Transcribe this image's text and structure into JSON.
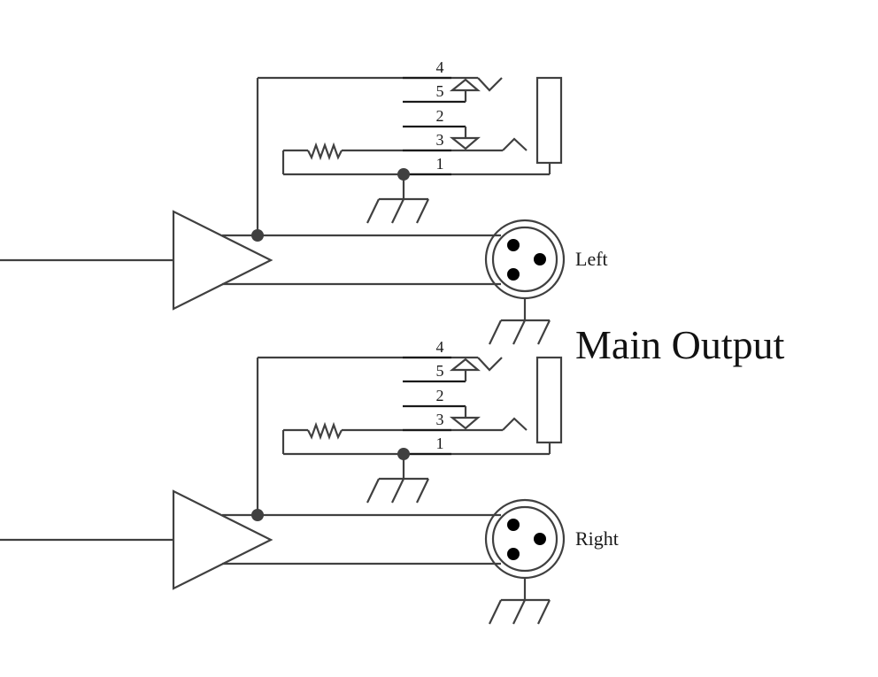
{
  "diagram": {
    "title": "Main Output",
    "channels": [
      {
        "id": "left",
        "label": "Left",
        "jack_pins": [
          "4",
          "5",
          "2",
          "3",
          "1"
        ]
      },
      {
        "id": "right",
        "label": "Right",
        "jack_pins": [
          "4",
          "5",
          "2",
          "3",
          "1"
        ]
      }
    ],
    "colors": {
      "wire": "#404040",
      "pin": "#000000",
      "text": "#1a1a1a"
    }
  }
}
